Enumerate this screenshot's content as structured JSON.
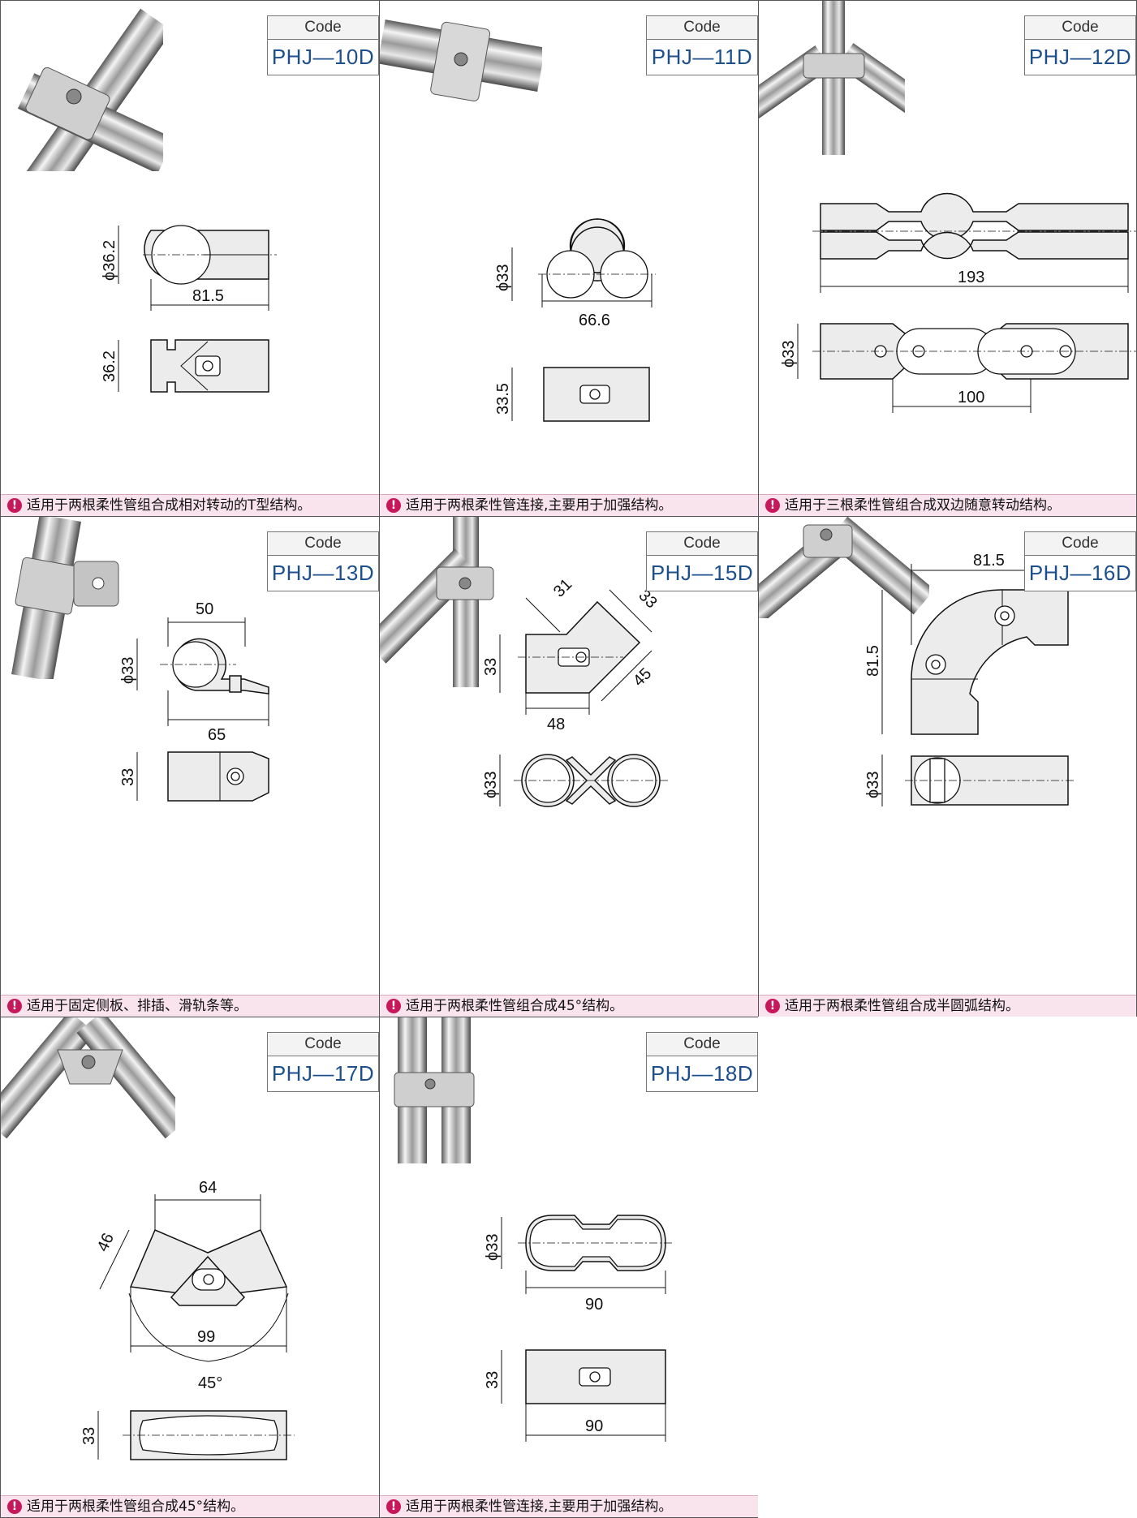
{
  "code_label": "Code",
  "items": [
    {
      "code": "PHJ—10D",
      "note": "适用于两根柔性管组合成相对转动的T型结构。",
      "dims": [
        "ϕ36.2",
        "81.5",
        "36.2"
      ]
    },
    {
      "code": "PHJ—11D",
      "note": "适用于两根柔性管连接,主要用于加强结构。",
      "dims": [
        "ϕ33",
        "66.6",
        "33.5"
      ]
    },
    {
      "code": "PHJ—12D",
      "note": "适用于三根柔性管组合成双边随意转动结构。",
      "dims": [
        "193",
        "ϕ33",
        "100"
      ]
    },
    {
      "code": "PHJ—13D",
      "note": "适用于固定侧板、排插、滑轨条等。",
      "dims": [
        "50",
        "ϕ33",
        "65",
        "33"
      ]
    },
    {
      "code": "PHJ—15D",
      "note": "适用于两根柔性管组合成45°结构。",
      "dims": [
        "31",
        "33",
        "33",
        "45",
        "48",
        "ϕ33"
      ]
    },
    {
      "code": "PHJ—16D",
      "note": "适用于两根柔性管组合成半圆弧结构。",
      "dims": [
        "81.5",
        "81.5",
        "ϕ33"
      ]
    },
    {
      "code": "PHJ—17D",
      "note": "适用于两根柔性管组合成45°结构。",
      "dims": [
        "64",
        "46",
        "99",
        "45°",
        "33"
      ]
    },
    {
      "code": "PHJ—18D",
      "note": "适用于两根柔性管连接,主要用于加强结构。",
      "dims": [
        "ϕ33",
        "90",
        "33",
        "90"
      ]
    }
  ]
}
